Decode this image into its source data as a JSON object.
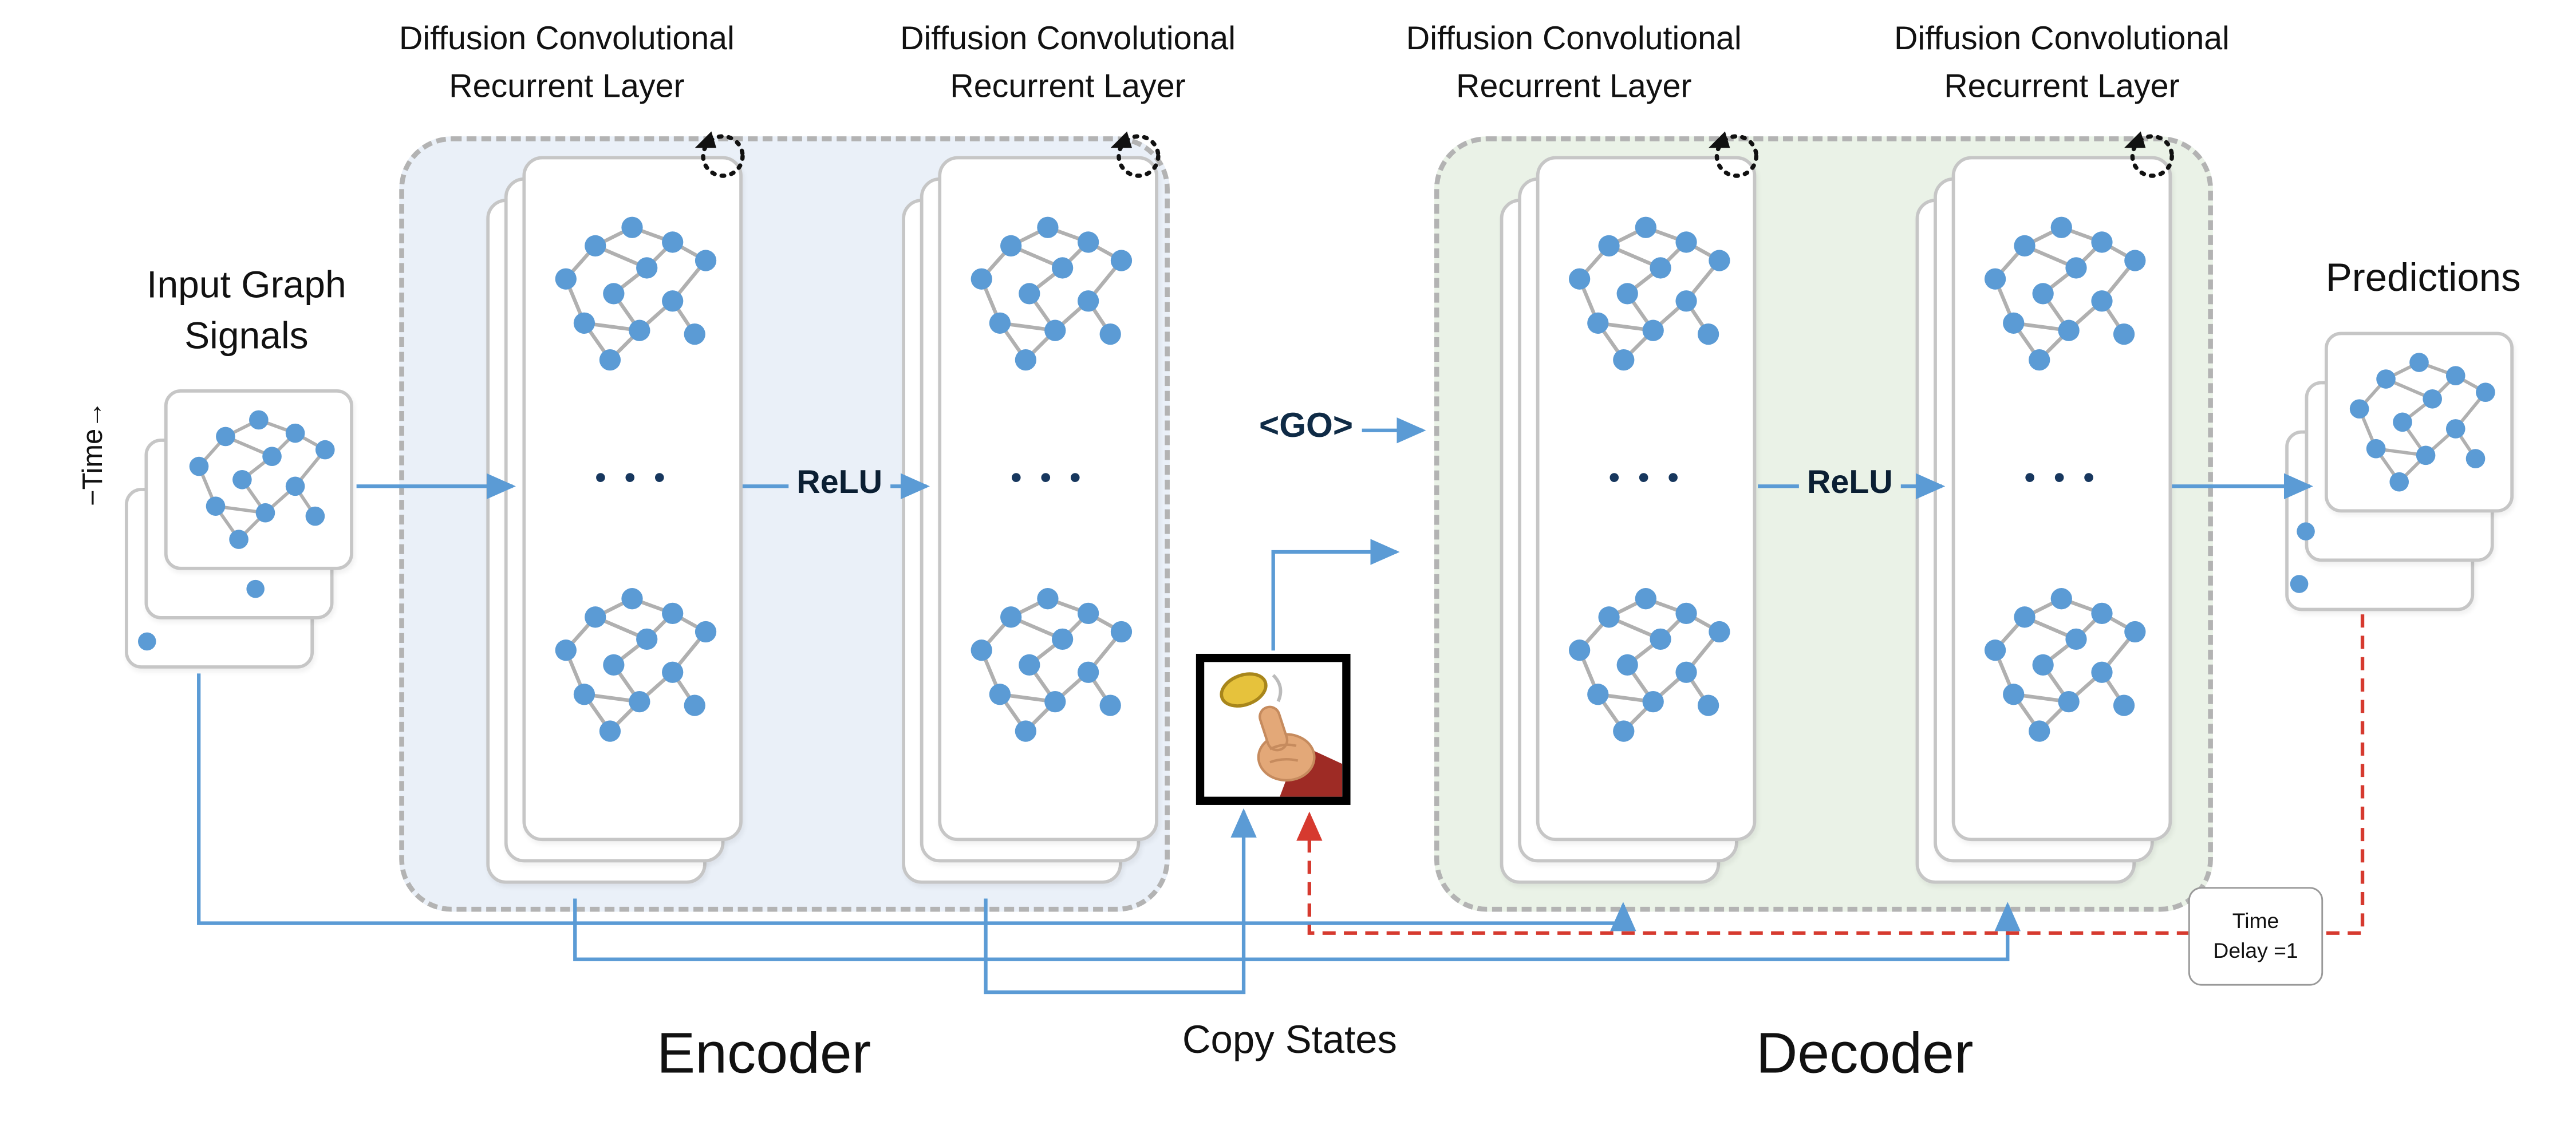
{
  "colors": {
    "node": "#5B9BD5",
    "edge": "#B0B0B0",
    "blue_arrow": "#5B9BD5",
    "red_arrow": "#D63A2F",
    "encoder_bg": "#EAF0F8",
    "decoder_bg": "#EAF2E7",
    "dots": "#17375E"
  },
  "labels": {
    "layer": "Diffusion Convolutional Recurrent Layer",
    "input": "Input Graph Signals",
    "time_axis": "−Time→",
    "relu": "ReLU",
    "go": "<GO>",
    "encoder": "Encoder",
    "decoder": "Decoder",
    "copy_states": "Copy States",
    "predictions": "Predictions",
    "ellipsis": "• • •",
    "time_delay": {
      "line1": "Time",
      "line2": "Delay =1"
    }
  },
  "icons": {
    "recurrent_loop": "dotted circular arrow (recurrence)",
    "graph_signal": "blue-node graph",
    "coin_flip": "hand flipping a coin (scheduled sampling)"
  }
}
